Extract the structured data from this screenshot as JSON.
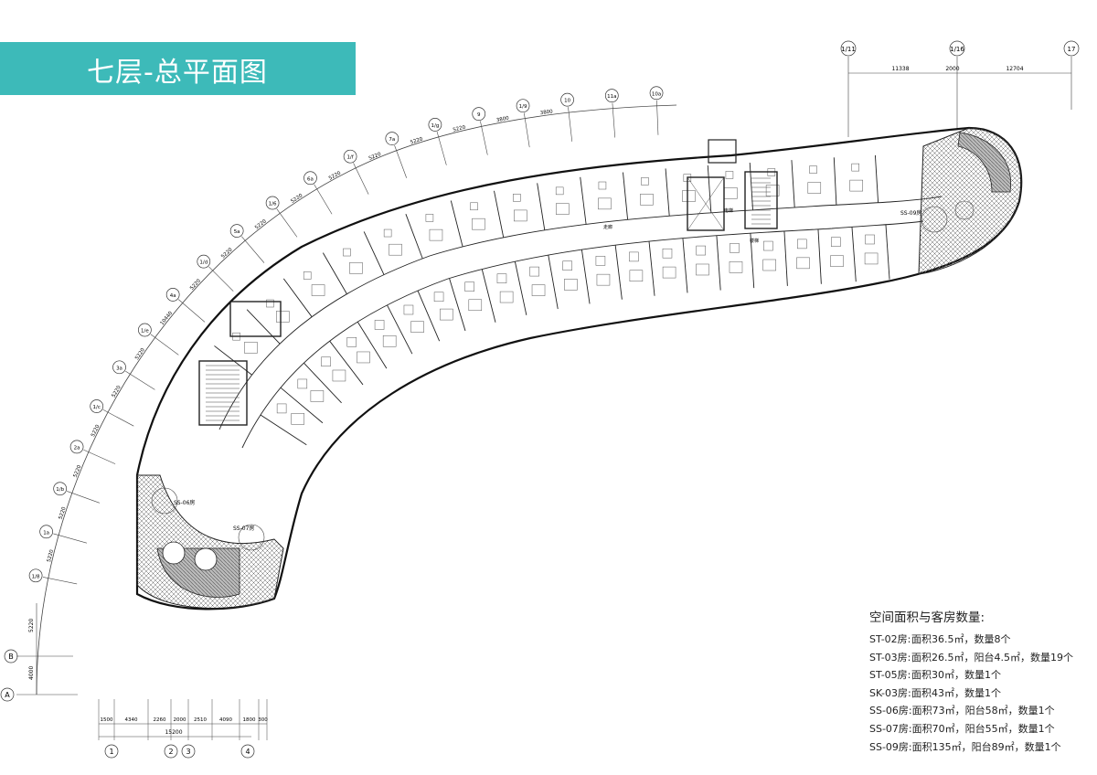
{
  "title": "七层-总平面图",
  "colors": {
    "banner": "#3dbab9",
    "line": "#333333",
    "hatch": "#555555"
  },
  "grid_axes": {
    "arc_labels": [
      "1/8",
      "1a",
      "1/b",
      "2a",
      "1/c",
      "3a",
      "1/e",
      "4a",
      "1/d",
      "5a",
      "1/6",
      "6a",
      "1/f",
      "7a",
      "1/g",
      "9",
      "1/9",
      "10",
      "11a",
      "10a"
    ],
    "arc_dims": [
      "5220",
      "5220",
      "5220",
      "5220",
      "5220",
      "5220",
      "10440",
      "5220",
      "5220",
      "5220",
      "5220",
      "5220",
      "5220",
      "5220",
      "5220",
      "3800",
      "3800"
    ],
    "top_labels": [
      "1/11",
      "1/16",
      "17"
    ],
    "top_dims": [
      "11338",
      "2000",
      "12704"
    ],
    "left_labels": [
      "B",
      "A"
    ],
    "left_dims": [
      "5220",
      "4000"
    ],
    "bottom_labels": [
      "1",
      "2",
      "3",
      "4"
    ],
    "bottom_dims": [
      "1500",
      "4340",
      "2260",
      "2000",
      "2510",
      "4090",
      "1800",
      "300"
    ],
    "bottom_total": "15200"
  },
  "room_labels": {
    "ss06": "SS-06房",
    "ss07": "SS-07房",
    "ss09": "SS-09房",
    "elevator": "电梯",
    "stair": "楼梯",
    "corridor": "走廊"
  },
  "legend": {
    "title": "空间面积与客房数量:",
    "items": [
      {
        "code": "ST-02房:",
        "desc": "面积36.5㎡，数量8个"
      },
      {
        "code": "ST-03房:",
        "desc": "面积26.5㎡，阳台4.5㎡，数量19个"
      },
      {
        "code": "ST-05房:",
        "desc": "面积30㎡，数量1个"
      },
      {
        "code": "SK-03房:",
        "desc": "面积43㎡，数量1个"
      },
      {
        "code": "SS-06房:",
        "desc": "面积73㎡，阳台58㎡，数量1个"
      },
      {
        "code": "SS-07房:",
        "desc": "面积70㎡，阳台55㎡，数量1个"
      },
      {
        "code": "SS-09房:",
        "desc": "面积135㎡，阳台89㎡，数量1个"
      }
    ]
  }
}
